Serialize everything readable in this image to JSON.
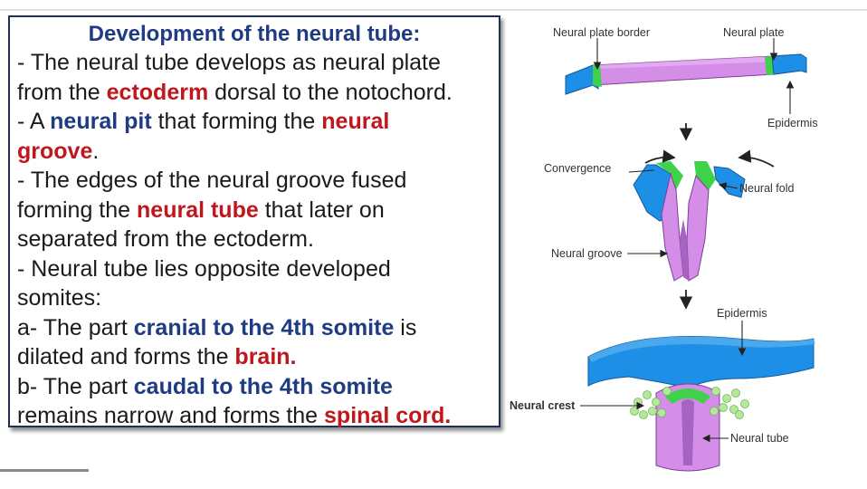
{
  "slide": {
    "title": "Development of the neural tube:",
    "lines": [
      [
        {
          "t": "- The neural tube develops as neural plate",
          "s": "n"
        }
      ],
      [
        {
          "t": "from the ",
          "s": "n"
        },
        {
          "t": "ectoderm",
          "s": "r"
        },
        {
          "t": " dorsal to the notochord.",
          "s": "n"
        }
      ],
      [
        {
          "t": "- A ",
          "s": "n"
        },
        {
          "t": "neural pit",
          "s": "b"
        },
        {
          "t": " that forming the ",
          "s": "n"
        },
        {
          "t": "neural",
          "s": "r"
        }
      ],
      [
        {
          "t": "groove",
          "s": "r"
        },
        {
          "t": ".",
          "s": "n"
        }
      ],
      [
        {
          "t": "- The edges of the neural groove fused",
          "s": "n"
        }
      ],
      [
        {
          "t": "forming the ",
          "s": "n"
        },
        {
          "t": "neural tube",
          "s": "r"
        },
        {
          "t": " that later on",
          "s": "n"
        }
      ],
      [
        {
          "t": "separated from the ectoderm.",
          "s": "n"
        }
      ],
      [
        {
          "t": "- Neural tube lies opposite developed",
          "s": "n"
        }
      ],
      [
        {
          "t": "somites:",
          "s": "n"
        }
      ],
      [
        {
          "t": "a- The part ",
          "s": "n"
        },
        {
          "t": "cranial to the 4th somite",
          "s": "b"
        },
        {
          "t": " is",
          "s": "n"
        }
      ],
      [
        {
          "t": "dilated and forms the ",
          "s": "n"
        },
        {
          "t": "brain.",
          "s": "r"
        }
      ],
      [
        {
          "t": "b- The part ",
          "s": "n"
        },
        {
          "t": "caudal to the 4th somite",
          "s": "b"
        }
      ],
      [
        {
          "t": "remains narrow and forms the ",
          "s": "n"
        },
        {
          "t": "spinal cord.",
          "s": "r"
        }
      ]
    ]
  },
  "diagram": {
    "labels": {
      "neural_plate_border": "Neural plate border",
      "neural_plate": "Neural plate",
      "epidermis_top": "Epidermis",
      "convergence": "Convergence",
      "neural_fold": "Neural fold",
      "neural_groove": "Neural groove",
      "epidermis_bottom": "Epidermis",
      "neural_crest": "Neural crest",
      "neural_tube": "Neural tube"
    },
    "colors": {
      "epidermis": "#1e8fe6",
      "neural_plate": "#d58ee8",
      "border": "#3fd14a",
      "crest": "#b6e89a",
      "arrow": "#222222"
    }
  }
}
